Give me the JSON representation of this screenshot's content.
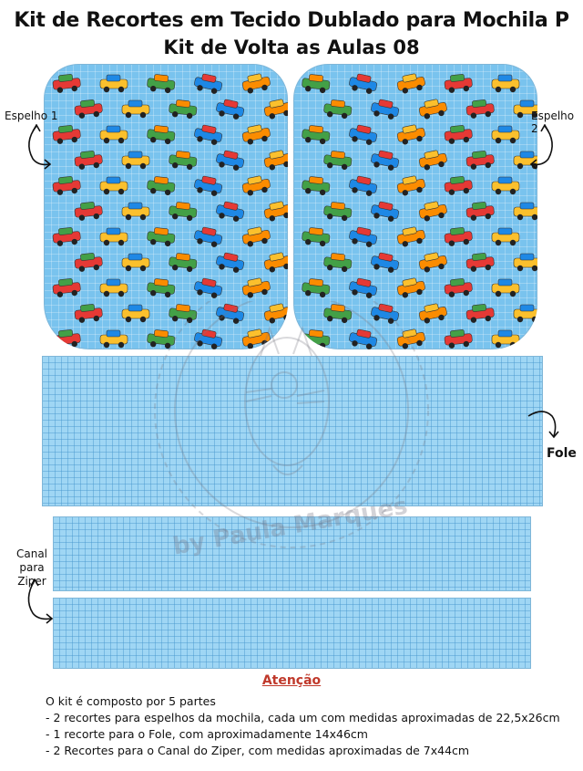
{
  "header": {
    "title_line1": "Kit de Recortes em Tecido Dublado para Mochila P",
    "title_line2": "Kit de Volta as Aulas 08"
  },
  "labels": {
    "espelho1": "Espelho 1",
    "espelho2": "Espelho 2",
    "fole": "Fole",
    "canal_line1": "Canal para",
    "canal_line2": "Ziper"
  },
  "watermark": {
    "text": "by Paula Marques"
  },
  "attention": {
    "title": "Atenção",
    "lines": [
      "O kit é composto por 5 partes",
      "- 2 recortes para espelhos da mochila, cada um com medidas aproximadas de 22,5x26cm",
      "- 1 recorte para o Fole, com aproximadamente 14x46cm",
      "- 2 Recortes para o Canal do Ziper, com medidas aproximadas de 7x44cm"
    ]
  },
  "colors": {
    "mirror_bg": "#79c3ee",
    "grid_bg": "#9fd6f4",
    "attention": "#c0392b",
    "car_colors": [
      "#e53935",
      "#fbc02d",
      "#43a047",
      "#1e88e5",
      "#fb8c00"
    ]
  },
  "icons": [
    "curved-arrow-icon",
    "car-pattern"
  ]
}
